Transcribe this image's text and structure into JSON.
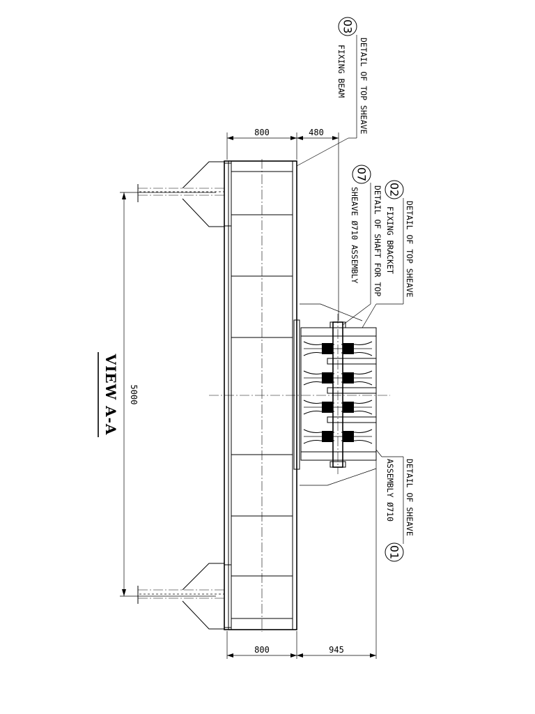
{
  "view": {
    "title": "VIEW A-A"
  },
  "dimensions": {
    "top_left": "800",
    "top_right": "480",
    "bottom_left": "800",
    "bottom_right": "945",
    "overall_length": "5000"
  },
  "callouts": [
    {
      "number": "03",
      "line1": "DETAIL OF TOP SHEAVE",
      "line2": "FIXING BEAM"
    },
    {
      "number": "02",
      "line1": "DETAIL OF TOP SHEAVE",
      "line2": "FIXING BRACKET"
    },
    {
      "number": "07",
      "line1": "DETAIL OF SHAFT FOR TOP",
      "line2": "SHEAVE Ø710 ASSEMBLY"
    },
    {
      "number": "01",
      "line1": "DETAIL OF SHEAVE",
      "line2": "ASSEMBLY Ø710"
    }
  ]
}
